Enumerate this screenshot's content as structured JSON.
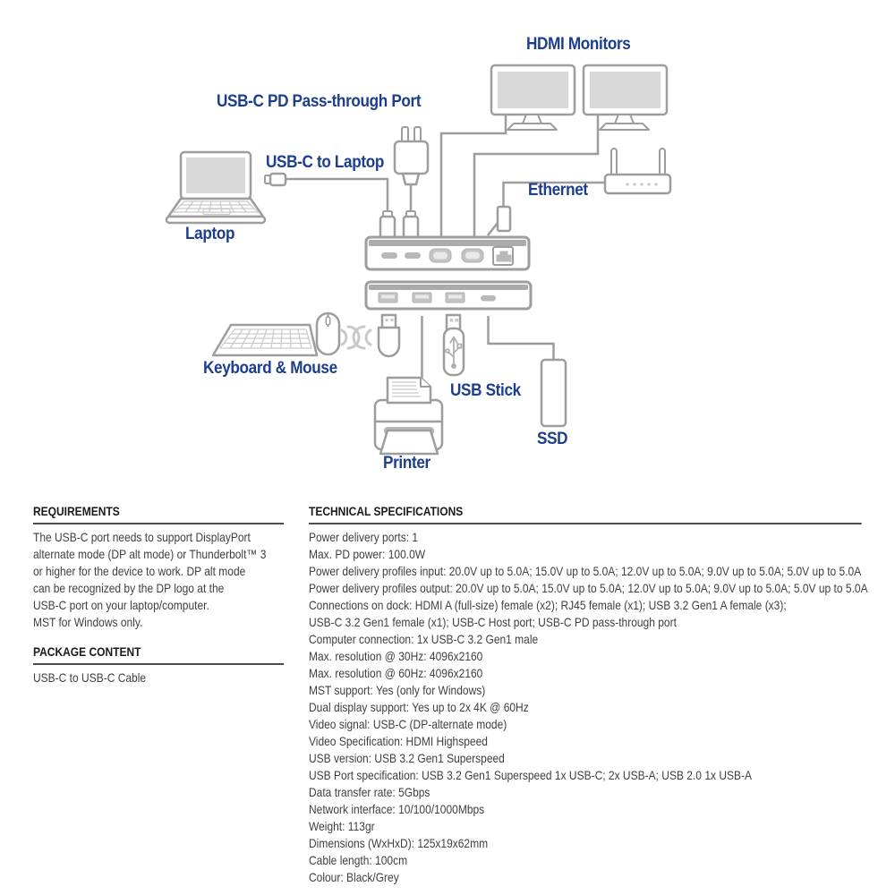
{
  "diagram": {
    "labels": {
      "hdmi_monitors": "HDMI Monitors",
      "usbc_pd_passthrough": "USB-C PD Pass-through Port",
      "usbc_to_laptop": "USB-C to Laptop",
      "laptop": "Laptop",
      "ethernet": "Ethernet",
      "keyboard_mouse": "Keyboard & Mouse",
      "usb_stick": "USB Stick",
      "ssd": "SSD",
      "printer": "Printer"
    },
    "devices": [
      "laptop",
      "usb-c-cable",
      "power-adapter",
      "hdmi-monitor",
      "hdmi-monitor",
      "router",
      "dock-rear-panel",
      "dock-front-panel",
      "keyboard",
      "mouse",
      "usb-receiver",
      "printer",
      "usb-stick",
      "ssd"
    ]
  },
  "requirements": {
    "title": "REQUIREMENTS",
    "lines": [
      "The USB-C port needs to support DisplayPort",
      "alternate mode (DP alt mode) or Thunderbolt™ 3",
      "or higher for the device to work. DP alt mode",
      "can be recognized by the DP logo at the",
      "USB-C port on your laptop/computer.",
      "MST for Windows only."
    ]
  },
  "package_content": {
    "title": "PACKAGE CONTENT",
    "lines": [
      "USB-C to USB-C Cable"
    ]
  },
  "tech_specs": {
    "title": "TECHNICAL SPECIFICATIONS",
    "lines": [
      "Power delivery ports: 1",
      "Max. PD power: 100.0W",
      "Power delivery profiles input: 20.0V up to 5.0A; 15.0V up to 5.0A; 12.0V up to 5.0A; 9.0V up to 5.0A; 5.0V up to 5.0A",
      "Power delivery profiles output: 20.0V up to 5.0A; 15.0V up to 5.0A; 12.0V up to 5.0A; 9.0V up to 5.0A; 5.0V up to 5.0A",
      "Connections on dock: HDMI A (full-size) female (x2); RJ45 female (x1); USB 3.2 Gen1 A female (x3);",
      "USB-C 3.2 Gen1 female (x1); USB-C Host port; USB-C PD pass-through port",
      "Computer connection: 1x USB-C 3.2 Gen1 male",
      "Max. resolution @ 30Hz: 4096x2160",
      "Max. resolution @ 60Hz: 4096x2160",
      "MST support: Yes (only for Windows)",
      "Dual display support: Yes up to 2x 4K @ 60Hz",
      "Video signal: USB-C (DP-alternate mode)",
      "Video Specification: HDMI Highspeed",
      "USB version: USB 3.2 Gen1 Superspeed",
      "USB Port specification: USB 3.2 Gen1 Superspeed 1x USB-C; 2x USB-A; USB 2.0 1x USB-A",
      "Data transfer rate: 5Gbps",
      "Network interface: 10/100/1000Mbps",
      "Weight: 113gr",
      "Dimensions (WxHxD): 125x19x62mm",
      "Cable length: 100cm",
      "Colour: Black/Grey"
    ]
  },
  "colors": {
    "label_blue": "#1c3e8f",
    "device_outline": "#9d9d9d",
    "body_text": "#3f3f3f"
  }
}
